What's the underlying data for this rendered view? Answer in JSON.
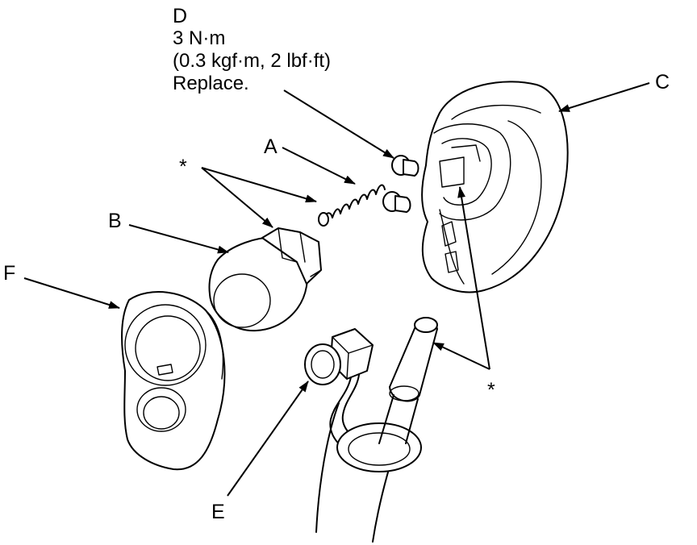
{
  "callouts": {
    "a": "A",
    "b": "B",
    "c": "C",
    "d": "D",
    "e": "E",
    "f": "F",
    "star_left": "*",
    "star_right": "*"
  },
  "spec_d": {
    "torque_nm": "3 N·m",
    "torque_alt": "(0.3 kgf·m, 2 lbf·ft)",
    "note": "Replace."
  }
}
